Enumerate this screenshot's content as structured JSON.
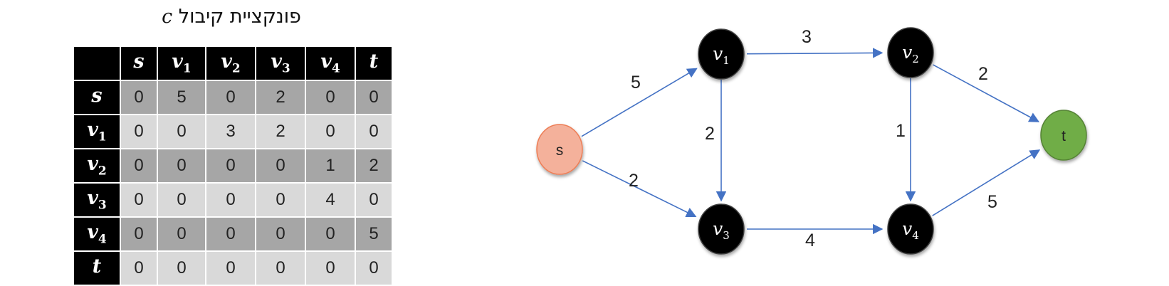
{
  "table": {
    "title_text": "פונקציית קיבול",
    "title_var": "c",
    "columns": [
      {
        "base": "s",
        "sub": ""
      },
      {
        "base": "v",
        "sub": "1"
      },
      {
        "base": "v",
        "sub": "2"
      },
      {
        "base": "v",
        "sub": "3"
      },
      {
        "base": "v",
        "sub": "4"
      },
      {
        "base": "t",
        "sub": ""
      }
    ],
    "rows": [
      {
        "base": "s",
        "sub": "",
        "values": [
          "0",
          "5",
          "0",
          "2",
          "0",
          "0"
        ]
      },
      {
        "base": "v",
        "sub": "1",
        "values": [
          "0",
          "0",
          "3",
          "2",
          "0",
          "0"
        ]
      },
      {
        "base": "v",
        "sub": "2",
        "values": [
          "0",
          "0",
          "0",
          "0",
          "1",
          "2"
        ]
      },
      {
        "base": "v",
        "sub": "3",
        "values": [
          "0",
          "0",
          "0",
          "0",
          "4",
          "0"
        ]
      },
      {
        "base": "v",
        "sub": "4",
        "values": [
          "0",
          "0",
          "0",
          "0",
          "0",
          "5"
        ]
      },
      {
        "base": "t",
        "sub": "",
        "values": [
          "0",
          "0",
          "0",
          "0",
          "0",
          "0"
        ]
      }
    ]
  },
  "graph": {
    "nodes": [
      {
        "id": "s",
        "base": "s",
        "sub": "",
        "fill": "#f4b19b",
        "stroke": "#ed7d55"
      },
      {
        "id": "v1",
        "base": "v",
        "sub": "1",
        "fill": "#000000",
        "stroke": "#404040"
      },
      {
        "id": "v2",
        "base": "v",
        "sub": "2",
        "fill": "#000000",
        "stroke": "#404040"
      },
      {
        "id": "v3",
        "base": "v",
        "sub": "3",
        "fill": "#000000",
        "stroke": "#404040"
      },
      {
        "id": "v4",
        "base": "v",
        "sub": "4",
        "fill": "#000000",
        "stroke": "#404040"
      },
      {
        "id": "t",
        "base": "t",
        "sub": "",
        "fill": "#70ad47",
        "stroke": "#548235"
      }
    ],
    "edges": [
      {
        "from": "s",
        "to": "v1",
        "capacity": "5"
      },
      {
        "from": "s",
        "to": "v3",
        "capacity": "2"
      },
      {
        "from": "v1",
        "to": "v2",
        "capacity": "3"
      },
      {
        "from": "v1",
        "to": "v3",
        "capacity": "2"
      },
      {
        "from": "v2",
        "to": "t",
        "capacity": "2"
      },
      {
        "from": "v2",
        "to": "v4",
        "capacity": "1"
      },
      {
        "from": "v3",
        "to": "v4",
        "capacity": "4"
      },
      {
        "from": "v4",
        "to": "t",
        "capacity": "5"
      }
    ],
    "edge_color": "#4472c4"
  }
}
